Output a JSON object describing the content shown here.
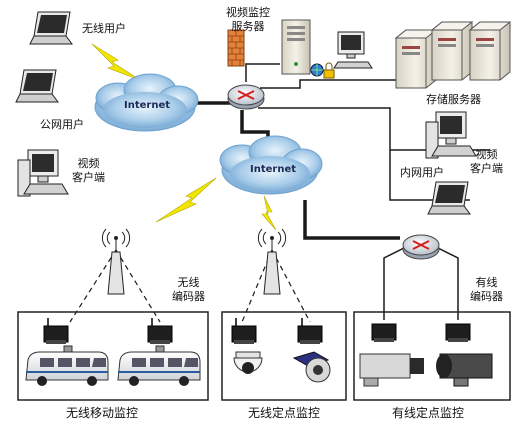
{
  "labels": {
    "wireless_user": "无线用户",
    "public_user": "公网用户",
    "video_client_left": "视频\n客户端",
    "video_server": "视频监控\n服务器",
    "storage_server": "存储服务器",
    "internal_user": "内网用户",
    "video_client_right": "视频\n客户端",
    "wireless_encoder": "无线\n编码器",
    "wired_encoder": "有线\n编码器",
    "internet_top": "Internet",
    "internet_mid": "Internet",
    "wireless_mobile_monitoring": "无线移动监控",
    "wireless_fixed_monitoring": "无线定点监控",
    "wired_fixed_monitoring": "有线定点监控"
  },
  "colors": {
    "cloud": "#9bc4e6",
    "cloud_edge": "#6ea2cf",
    "lightning": "#f2e600",
    "server": "#e9e5d8",
    "firewall": "#e2823a",
    "router": "#d8dde6",
    "router_arrow": "#d32020",
    "line": "#1a1a1a"
  }
}
